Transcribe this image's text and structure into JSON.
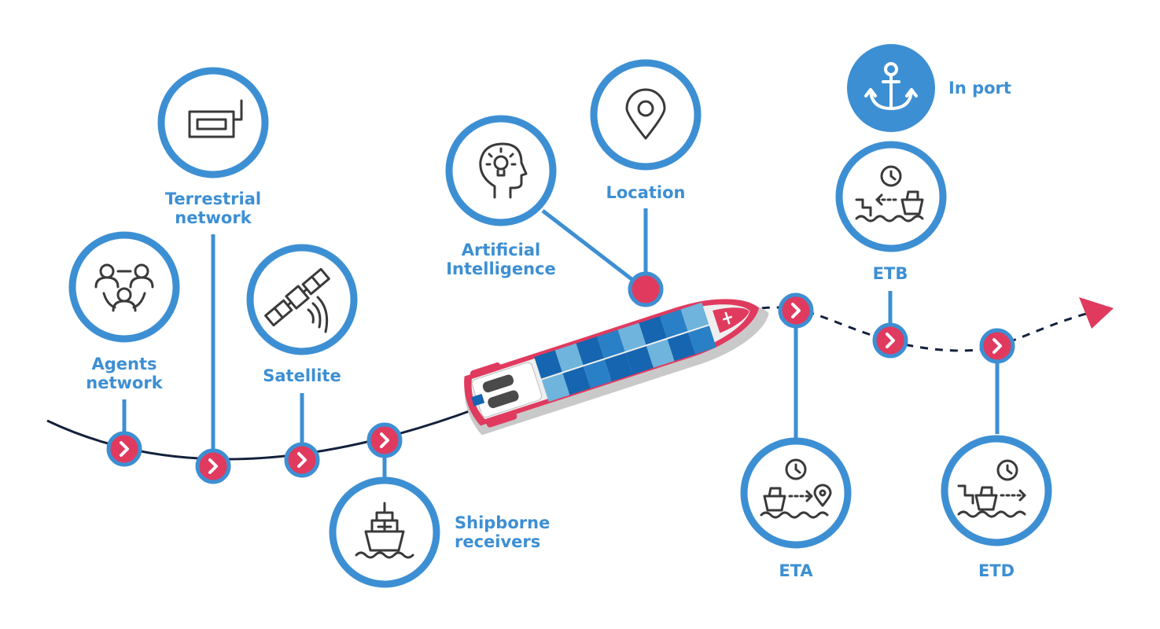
{
  "labels": {
    "agents_1": "Agents",
    "agents_2": "network",
    "terrestrial_1": "Terrestrial",
    "terrestrial_2": "network",
    "satellite": "Satellite",
    "shipborne_1": "Shipborne",
    "shipborne_2": "receivers",
    "ai_1": "Artificial",
    "ai_2": "Intelligence",
    "location": "Location",
    "in_port": "In port",
    "etb": "ETB",
    "eta": "ETA",
    "etd": "ETD"
  },
  "icons": {
    "agents": "people-network-icon",
    "terrestrial": "radio-device-icon",
    "satellite": "satellite-icon",
    "shipborne": "ship-icon",
    "ai": "head-lightbulb-icon",
    "location": "location-pin-icon",
    "in_port": "anchor-icon",
    "etb": "ship-berthing-clock-icon",
    "eta": "ship-arrival-clock-icon",
    "etd": "ship-departure-clock-icon"
  },
  "colors": {
    "ring_blue": "#3d8fd3",
    "accent_pink": "#e03a5f",
    "route_navy": "#13213d",
    "icon_grey": "#3a3a3a",
    "container_dark": "#1565b0",
    "container_light": "#6fb4dc"
  }
}
